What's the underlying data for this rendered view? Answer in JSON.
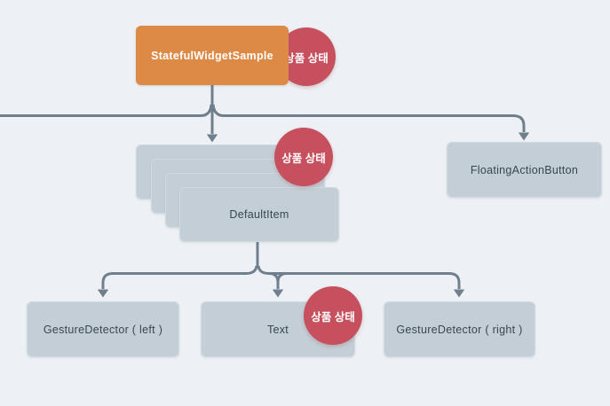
{
  "diagram": {
    "badge_label": "상품 상태",
    "nodes": {
      "root": "StatefulWidgetSample",
      "default_item": "DefaultItem",
      "fab": "FloatingActionButton",
      "gesture_left": "GestureDetector ( left )",
      "text": "Text",
      "gesture_right": "GestureDetector ( right )"
    },
    "colors": {
      "background": "#EDF1F5",
      "root_orange": "#DD8A47",
      "badge_red": "#C6505E",
      "node_gray": "#C4CED6",
      "node_label": "#37474F",
      "connector": "#6F7F8C"
    }
  }
}
